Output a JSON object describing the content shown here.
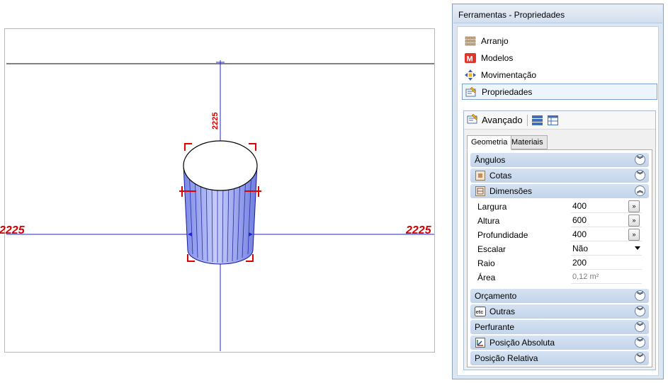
{
  "viewport": {
    "dim_vertical": "2225",
    "dim_left": "2225",
    "dim_right": "2225"
  },
  "panel": {
    "title": "Ferramentas - Propriedades",
    "nav": [
      {
        "label": "Arranjo",
        "icon": "grid-icon"
      },
      {
        "label": "Modelos",
        "icon": "models-icon"
      },
      {
        "label": "Movimentação",
        "icon": "move-icon"
      },
      {
        "label": "Propriedades",
        "icon": "properties-icon",
        "active": true
      }
    ],
    "advanced": {
      "label": "Avançado",
      "tabs": [
        "Geometria",
        "Materiais"
      ],
      "groups_top": [
        {
          "label": "Ângulos",
          "expanded": false
        },
        {
          "label": "Cotas",
          "icon": "dimension-icon",
          "expanded": false
        },
        {
          "label": "Dimensões",
          "icon": "size-icon",
          "expanded": true
        }
      ],
      "dimensions": {
        "largura": {
          "label": "Largura",
          "value": "400",
          "button": "»"
        },
        "altura": {
          "label": "Altura",
          "value": "600",
          "button": "»"
        },
        "profundidade": {
          "label": "Profundidade",
          "value": "400",
          "button": "»"
        },
        "escalar": {
          "label": "Escalar",
          "value": "Não"
        },
        "raio": {
          "label": "Raio",
          "value": "200"
        },
        "area": {
          "label": "Área",
          "value": "0,12 m²"
        }
      },
      "groups_bottom": [
        {
          "label": "Orçamento",
          "expanded": false
        },
        {
          "label": "Outras",
          "icon": "etc-icon",
          "expanded": false
        },
        {
          "label": "Perfurante",
          "expanded": false
        },
        {
          "label": "Posição Absoluta",
          "icon": "position-icon",
          "expanded": false
        },
        {
          "label": "Posição Relativa",
          "expanded": false
        }
      ]
    }
  },
  "colors": {
    "axis": "#1a1acc",
    "dimension": "#e00000",
    "panel_group": "#c9d8ec",
    "cylinder_fill": "#a9b4f0"
  }
}
